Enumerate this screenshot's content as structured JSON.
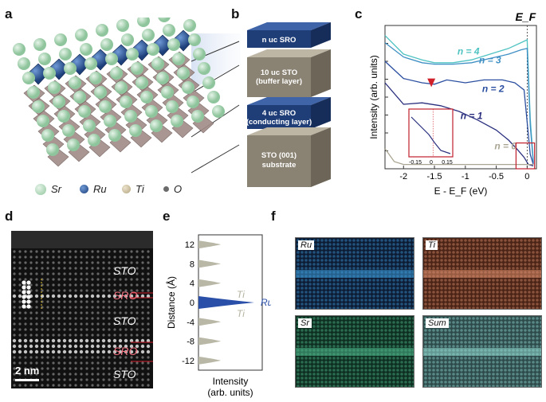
{
  "panels": {
    "a": "a",
    "b": "b",
    "c": "c",
    "d": "d",
    "e": "e",
    "f": "f"
  },
  "legend_a": [
    {
      "label": "Sr",
      "color": "#a9d8b4"
    },
    {
      "label": "Ru",
      "color": "#2c5a9e"
    },
    {
      "label": "Ti",
      "color": "#cbbd9b"
    },
    {
      "label": "O",
      "color": "#6b6b6b"
    }
  ],
  "panel_b": {
    "layers": [
      {
        "text": "n uc SRO",
        "color": "#1f3e78"
      },
      {
        "text": "10 uc STO",
        "text2": "(buffer layer)",
        "color": "#8a8272"
      },
      {
        "text": "4 uc SRO",
        "text2": "(conducting layer)",
        "color": "#1f3e78"
      },
      {
        "text": "STO (001)",
        "text2": "substrate",
        "color": "#8a8272"
      }
    ]
  },
  "chart_data": [
    {
      "type": "line",
      "panel": "c",
      "xlabel": "E - E_F (eV)",
      "ylabel": "Intensity (arb. units)",
      "top_label": "E_F",
      "xlim": [
        -2.3,
        0.15
      ],
      "xticks": [
        "-2",
        "-1.5",
        "-1",
        "-0.5",
        "0"
      ],
      "xtick_values": [
        -2,
        -1.5,
        -1,
        -0.5,
        0
      ],
      "series": [
        {
          "name": "n = 4",
          "color": "#4fc3c2",
          "x": [
            -2.3,
            -2.0,
            -1.7,
            -1.5,
            -1.2,
            -0.9,
            -0.6,
            -0.3,
            -0.1,
            0.0,
            0.05,
            0.1
          ],
          "y": [
            0.93,
            0.8,
            0.76,
            0.74,
            0.74,
            0.76,
            0.8,
            0.84,
            0.88,
            0.9,
            0.35,
            0.05
          ]
        },
        {
          "name": "n = 3",
          "color": "#3e8fc4",
          "x": [
            -2.3,
            -2.0,
            -1.7,
            -1.5,
            -1.2,
            -0.9,
            -0.6,
            -0.3,
            -0.1,
            0.0,
            0.05,
            0.1
          ],
          "y": [
            0.88,
            0.78,
            0.74,
            0.73,
            0.73,
            0.74,
            0.77,
            0.8,
            0.83,
            0.84,
            0.3,
            0.04
          ]
        },
        {
          "name": "n = 2",
          "color": "#2b4fa0",
          "x": [
            -2.3,
            -2.0,
            -1.7,
            -1.5,
            -1.3,
            -1.0,
            -0.7,
            -0.4,
            -0.2,
            -0.05,
            0.05,
            0.1
          ],
          "y": [
            0.75,
            0.63,
            0.6,
            0.59,
            0.62,
            0.6,
            0.62,
            0.62,
            0.6,
            0.55,
            0.1,
            0.03
          ]
        },
        {
          "name": "n = 1",
          "color": "#2a2f7e",
          "x": [
            -2.3,
            -2.0,
            -1.7,
            -1.4,
            -1.1,
            -0.8,
            -0.5,
            -0.3,
            -0.15,
            -0.05,
            0.02,
            0.1
          ],
          "y": [
            0.6,
            0.45,
            0.46,
            0.44,
            0.4,
            0.34,
            0.27,
            0.2,
            0.13,
            0.08,
            0.03,
            0.02
          ]
        },
        {
          "name": "n = 0",
          "color": "#aaa592",
          "x": [
            -2.3,
            -2.15,
            -2.0,
            -1.5,
            -1.0,
            -0.5,
            0.0,
            0.1
          ],
          "y": [
            0.14,
            0.05,
            0.03,
            0.03,
            0.03,
            0.03,
            0.03,
            0.03
          ]
        }
      ],
      "inset": {
        "xticks": [
          "-0.15",
          "0",
          "0.15"
        ]
      }
    },
    {
      "type": "area",
      "panel": "e",
      "ylabel": "Distance (Å)",
      "xlabel": "Intensity\n(arb. units)",
      "yticks": [
        "12",
        "8",
        "4",
        "0",
        "-4",
        "-8",
        "-12"
      ],
      "ytick_values": [
        12,
        8,
        4,
        0,
        -4,
        -8,
        -12
      ],
      "ylim": [
        -14,
        14
      ],
      "ti_peaks": [
        12,
        8,
        4,
        -4,
        -8,
        -12
      ],
      "ru_peak": 0,
      "series": [
        {
          "name": "Ti",
          "color": "#b9b7a6"
        },
        {
          "name": "Ru",
          "color": "#2a4fa8"
        }
      ],
      "annotations": [
        {
          "text": "Ti",
          "y": 2.0
        },
        {
          "text": "Ru",
          "y": 0
        },
        {
          "text": "Ti",
          "y": -2.0
        }
      ]
    }
  ],
  "panel_d": {
    "labels": [
      {
        "text": "STO",
        "color": "#ffffff"
      },
      {
        "text": "SRO",
        "color": "#f07080"
      },
      {
        "text": "STO",
        "color": "#ffffff"
      },
      {
        "text": "SRO",
        "color": "#f07080"
      },
      {
        "text": "STO",
        "color": "#ffffff"
      }
    ],
    "scalebar": "2 nm"
  },
  "panel_f": {
    "tiles": [
      {
        "label": "Ru",
        "base": "#0d1b33",
        "stripe": "#3c9ad8"
      },
      {
        "label": "Ti",
        "base": "#4a2416",
        "stripe": "#d88b6a"
      },
      {
        "label": "Sr",
        "base": "#0e2e22",
        "stripe": "#4fb88a"
      },
      {
        "label": "Sum",
        "base": "#2e4a4a",
        "stripe": "#8fd8d0"
      }
    ]
  }
}
